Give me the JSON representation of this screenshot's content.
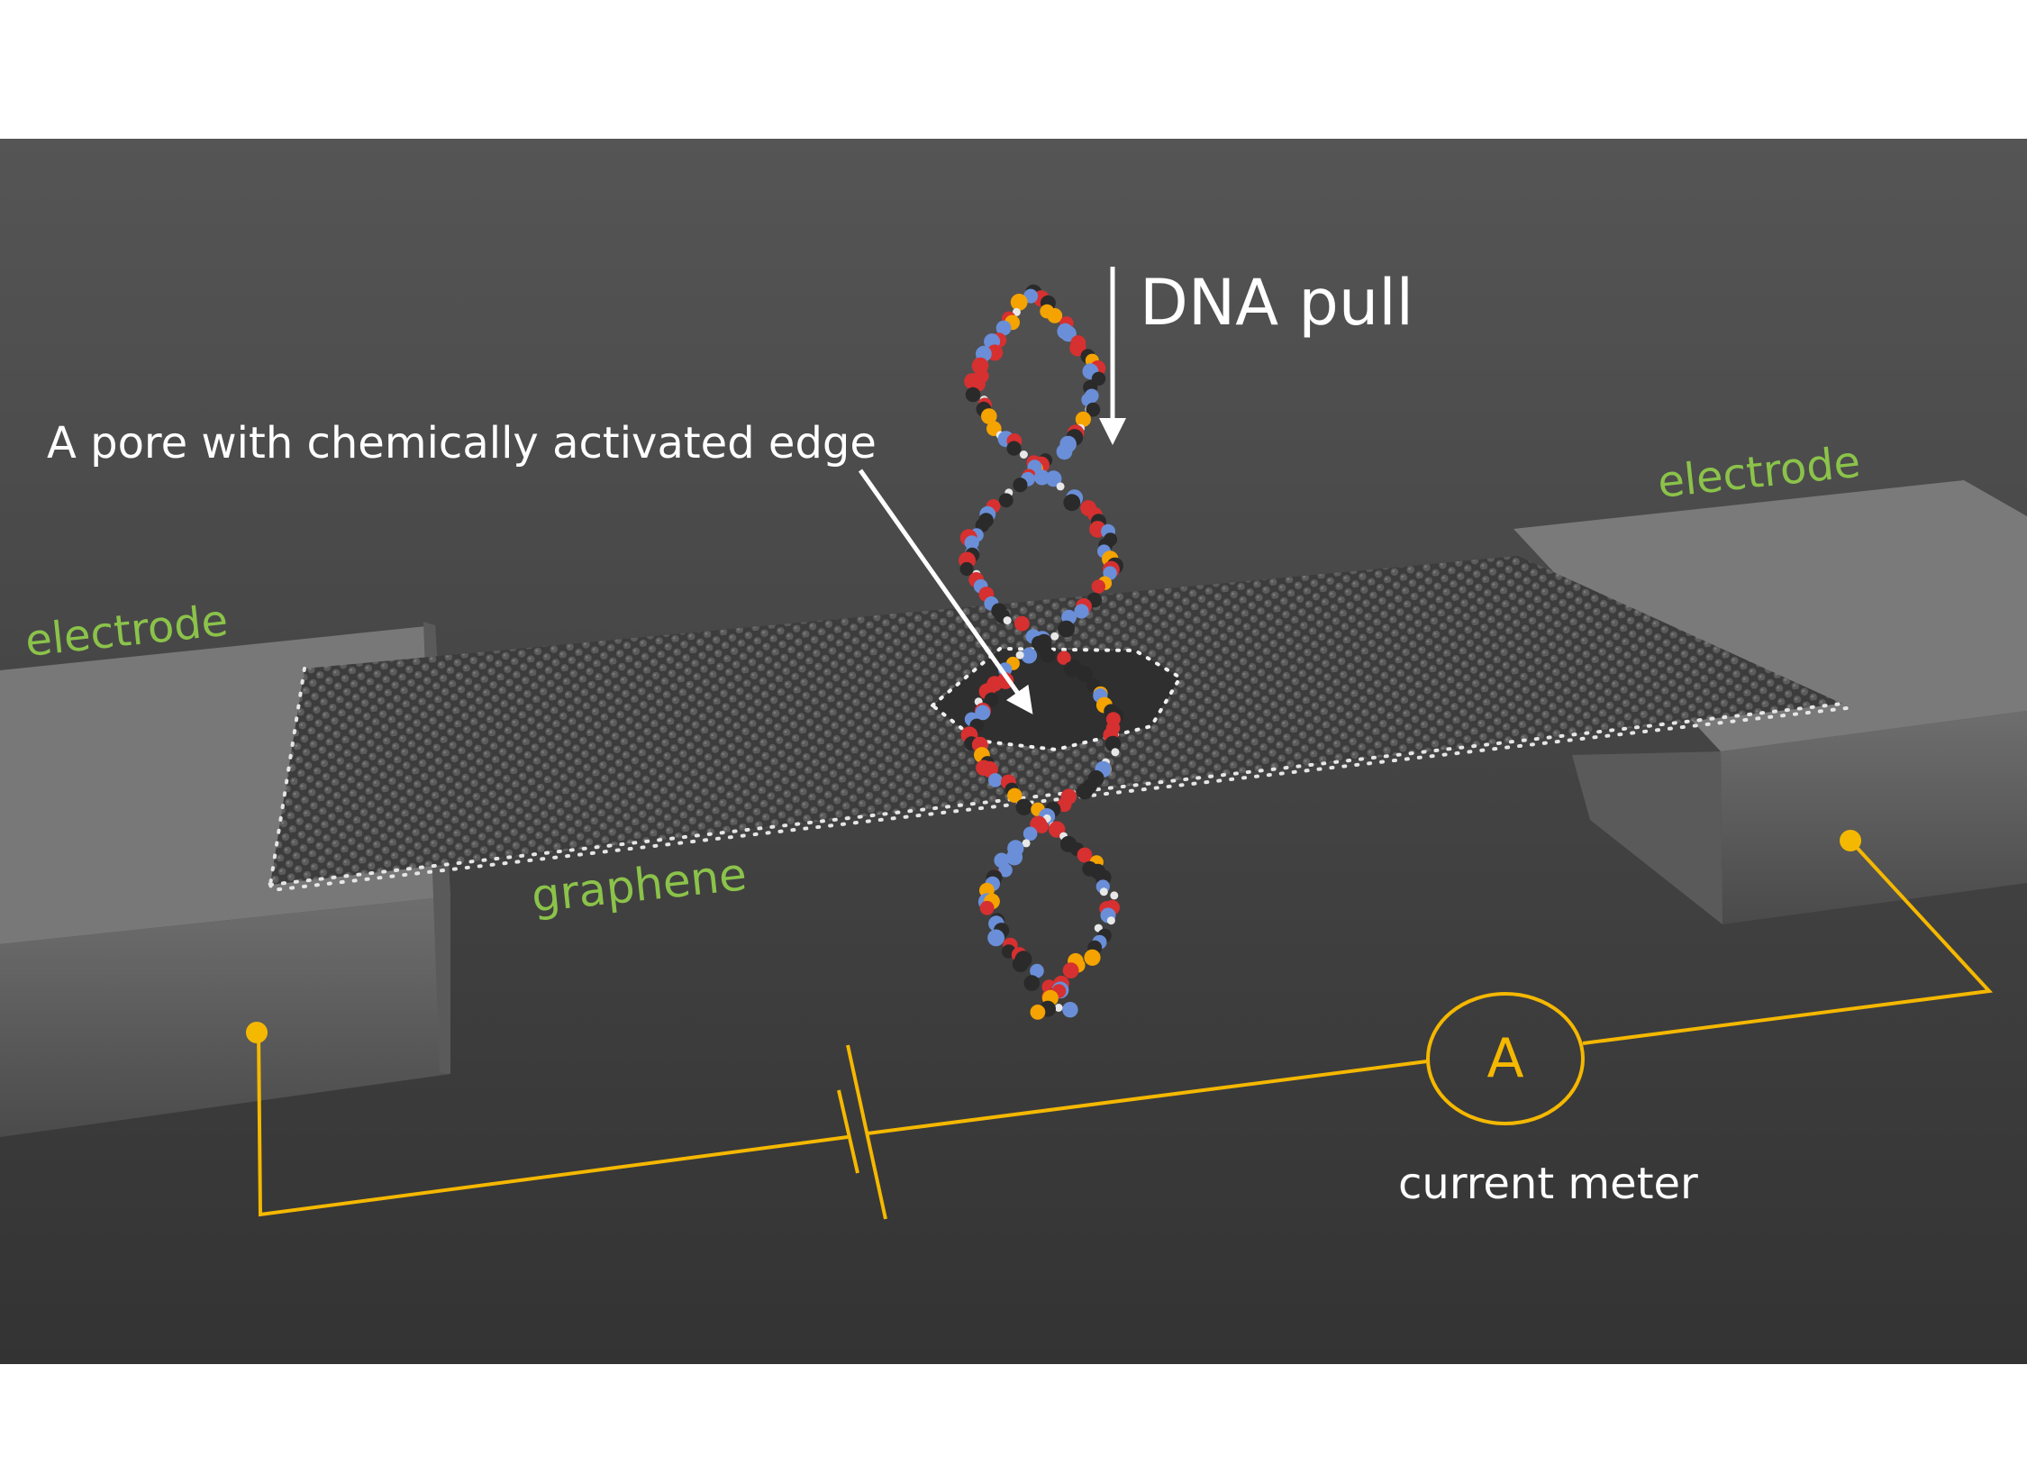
{
  "labels": {
    "dna_pull": "DNA pull",
    "pore": "A pore with chemically activated edge",
    "electrode_left": "electrode",
    "electrode_right": "electrode",
    "graphene": "graphene",
    "ammeter_symbol": "A",
    "current_meter": "current meter"
  },
  "colors": {
    "background_dark": "#353535",
    "background_light": "#555555",
    "electrode": "#6f6f6f",
    "graphene": "#4a4a4a",
    "label_green": "#8bc34a",
    "circuit": "#f5b800",
    "text": "#ffffff",
    "dna_phosphorus": "#f5a300",
    "dna_oxygen": "#d63030",
    "dna_nitrogen": "#6a8fd8",
    "dna_carbon": "#2a2a2a",
    "dna_hydrogen": "#e8e8e8"
  }
}
